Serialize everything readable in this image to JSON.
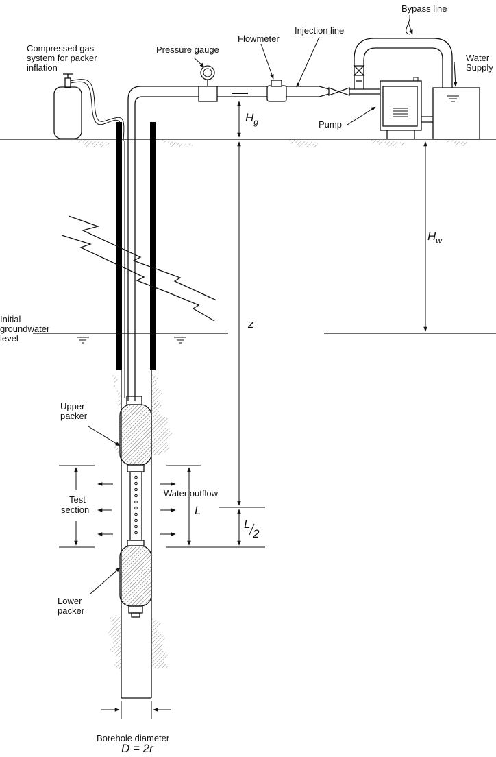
{
  "labels": {
    "compressed_gas_1": "Compressed gas",
    "compressed_gas_2": "system for packer",
    "compressed_gas_3": "inflation",
    "pressure_gauge": "Pressure gauge",
    "flowmeter": "Flowmeter",
    "injection_line": "Injection line",
    "bypass_line": "Bypass line",
    "water_supply_1": "Water",
    "water_supply_2": "Supply",
    "pump": "Pump",
    "hg_main": "H",
    "hg_sub": "g",
    "hw_main": "H",
    "hw_sub": "w",
    "z": "z",
    "initial_gw_1": "Initial",
    "initial_gw_2": "groundwater",
    "initial_gw_3": "level",
    "upper_packer_1": "Upper",
    "upper_packer_2": "packer",
    "test_section_1": "Test",
    "test_section_2": "section",
    "water_outflow": "Water outflow",
    "l": "L",
    "l_half_num": "L",
    "l_half_den": "2",
    "lower_packer_1": "Lower",
    "lower_packer_2": "packer",
    "borehole_1": "Borehole diameter",
    "borehole_2": "D = 2r"
  },
  "colors": {
    "line": "#111111",
    "casing": "#000000",
    "hatch": "#555555",
    "background": "#ffffff"
  }
}
